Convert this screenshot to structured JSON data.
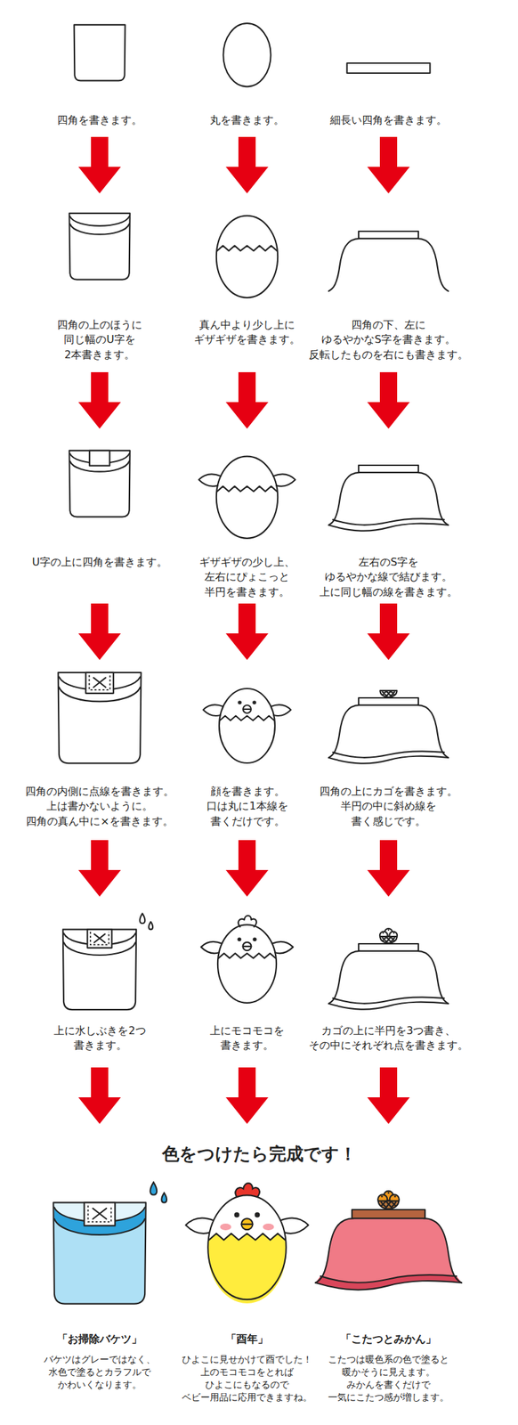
{
  "diagram": {
    "title": "色をつけたら完成です！",
    "labels": [
      "四角を書きます。",
      "丸を書きます。",
      "細長い四角を書きます。",
      "四角の上のほうに 同じ幅のU字を 2本書きます。",
      "真ん中より少し上に ギザギザを書きます。",
      "四角の下、左に ゆるやかなS字を書きます。 反転したものを右にも書きます。",
      "U字の上に四角を書きます。",
      "ギザギザの少し上、 左右にぴょこっと 半円を書きます。",
      "左右のS字を ゆるやかな線で結びます。 上に同じ幅の線を書きます。",
      "四角の内側に点線を書きます。 上は書かないように。 四角の真ん中に×を書きます。",
      "顔を書きます。 口は丸に1本線を 書くだけです。",
      "四角の上にカゴを書きます。 半円の中に斜め線を 書く感じです。",
      "上に水しぶきを2つ 書きます。",
      "上にモコモコを 書きます。",
      "カゴの上に半円を3つ書き、 その中にそれぞれ点を書きます。",
      "「お掃除バケツ」",
      "「酉年」",
      "「こたつとみかん」",
      "バケツはグレーではなく、 水色で塗るとカラフルで かわいくなります。",
      "ひよこに見せかけて酉でした！ 上のモコモコをとれば ひよこにもなるので ベビー用品に応用できますね。",
      "こたつは暖色系の色で塗ると 暖かそうに見えます。 みかんを書くだけで 一気にこたつ感が増します。"
    ]
  }
}
